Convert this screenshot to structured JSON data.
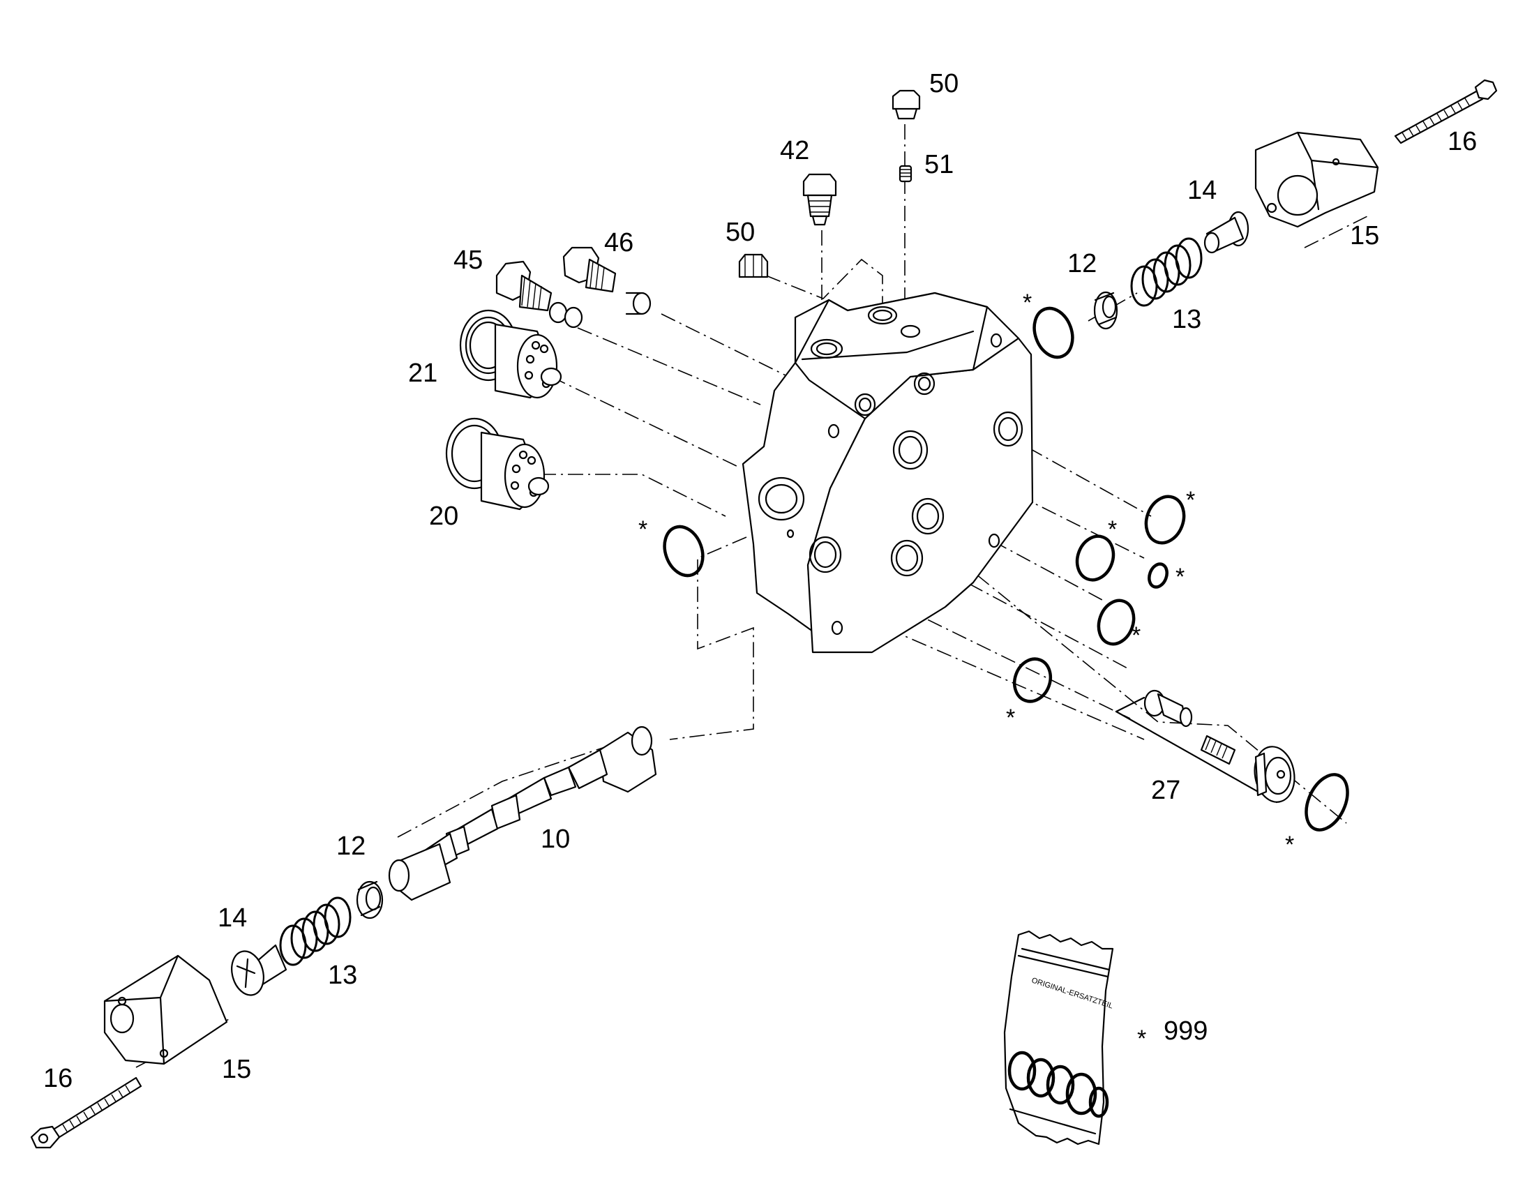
{
  "diagram": {
    "part_labels": {
      "p50_top": "50",
      "p51": "51",
      "p42": "42",
      "p50_mid": "50",
      "p46": "46",
      "p45": "45",
      "p21": "21",
      "p20": "20",
      "p16_top": "16",
      "p15_top": "15",
      "p14_top": "14",
      "p12_top": "12",
      "p13_top": "13",
      "p10": "10",
      "p12_bot": "12",
      "p14_bot": "14",
      "p13_bot": "13",
      "p16_bot": "16",
      "p15_bot": "15",
      "p27": "27",
      "p999": "999"
    },
    "seal_marker": "*",
    "kit_bag_text": "ORIGINAL-ERSATZTEIL"
  }
}
